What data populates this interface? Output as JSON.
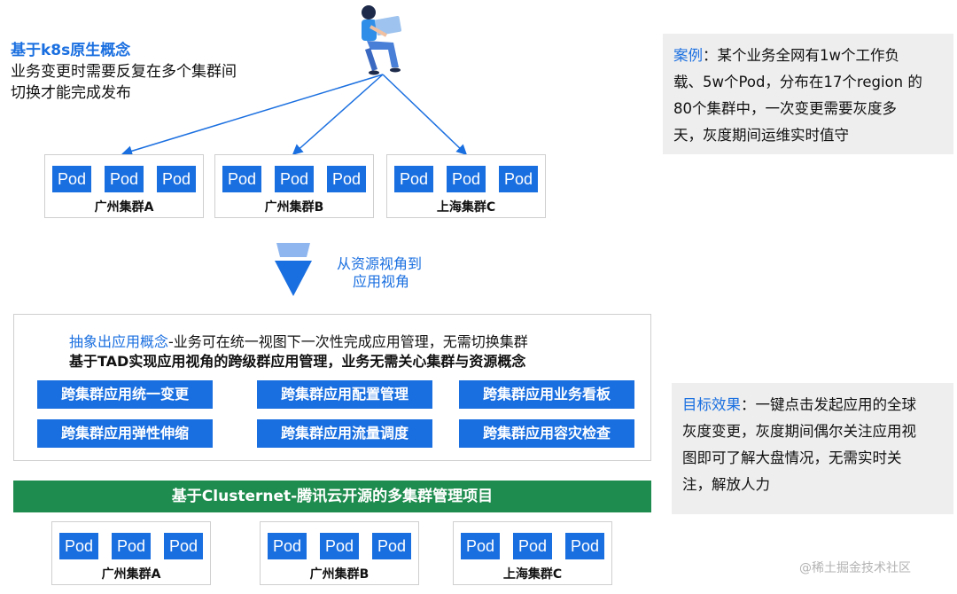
{
  "concept": {
    "title": "基于k8s原生概念",
    "line1": "业务变更时需要反复在多个集群间",
    "line2": "切换才能完成发布"
  },
  "top_clusters": [
    {
      "label": "广州集群A",
      "pods": [
        "Pod",
        "Pod",
        "Pod"
      ]
    },
    {
      "label": "广州集群B",
      "pods": [
        "Pod",
        "Pod",
        "Pod"
      ]
    },
    {
      "label": "上海集群C",
      "pods": [
        "Pod",
        "Pod",
        "Pod"
      ]
    }
  ],
  "transition": {
    "line1": "从资源视角到",
    "line2": "应用视角"
  },
  "app_box": {
    "title_highlight": "抽象出应用概念",
    "title_rest": "-业务可在统一视图下一次性完成应用管理，无需切换集群",
    "subtitle": "基于TAD实现应用视角的跨级群应用管理，业务无需关心集群与资源概念",
    "features": [
      "跨集群应用统一变更",
      "跨集群应用配置管理",
      "跨集群应用业务看板",
      "跨集群应用弹性伸缩",
      "跨集群应用流量调度",
      "跨集群应用容灾检查"
    ]
  },
  "base_bar": {
    "label": "基于Clusternet-腾讯云开源的多集群管理项目"
  },
  "bottom_clusters": [
    {
      "label": "广州集群A",
      "pods": [
        "Pod",
        "Pod",
        "Pod"
      ]
    },
    {
      "label": "广州集群B",
      "pods": [
        "Pod",
        "Pod",
        "Pod"
      ]
    },
    {
      "label": "上海集群C",
      "pods": [
        "Pod",
        "Pod",
        "Pod"
      ]
    }
  ],
  "case_panel": {
    "label": "案例",
    "line1": "：某个业务全网有1w个工作负",
    "line2": "载、5w个Pod，分布在17个region 的",
    "line3": "80个集群中，一次变更需要灰度多",
    "line4": "天，灰度期间运维实时值守"
  },
  "goal_panel": {
    "label": "目标效果",
    "line1": "：一键点击发起应用的全球",
    "line2": "灰度变更，灰度期间偶尔关注应用视",
    "line3": "图即可了解大盘情况，无需实时关",
    "line4": "注，解放人力"
  },
  "watermark": "@稀土掘金技术社区",
  "colors": {
    "accent_blue": "#1a6fe0",
    "green_bar": "#1e8c4e",
    "panel_gray": "#eeeeee"
  },
  "icons": {
    "user": "person-with-laptop-icon",
    "arrow": "down-arrow-icon"
  }
}
